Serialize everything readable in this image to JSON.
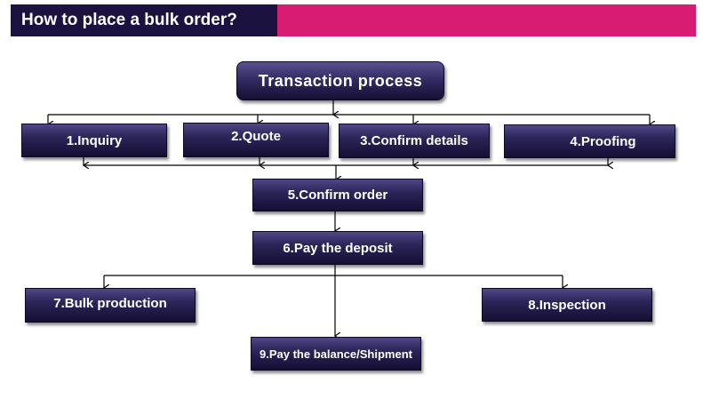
{
  "header": {
    "title": "How to place a bulk order?",
    "title_bg": "#1c1240",
    "accent_color": "#d81b73"
  },
  "diagram": {
    "title": "Transaction process",
    "steps": [
      "1.Inquiry",
      "2.Quote",
      "3.Confirm details",
      "4.Proofing",
      "5.Confirm order",
      "6.Pay the deposit",
      "7.Bulk production",
      "8.Inspection",
      "9.Pay the balance/Shipment"
    ],
    "node_color": "#2c2559",
    "line_color": "#000000"
  }
}
